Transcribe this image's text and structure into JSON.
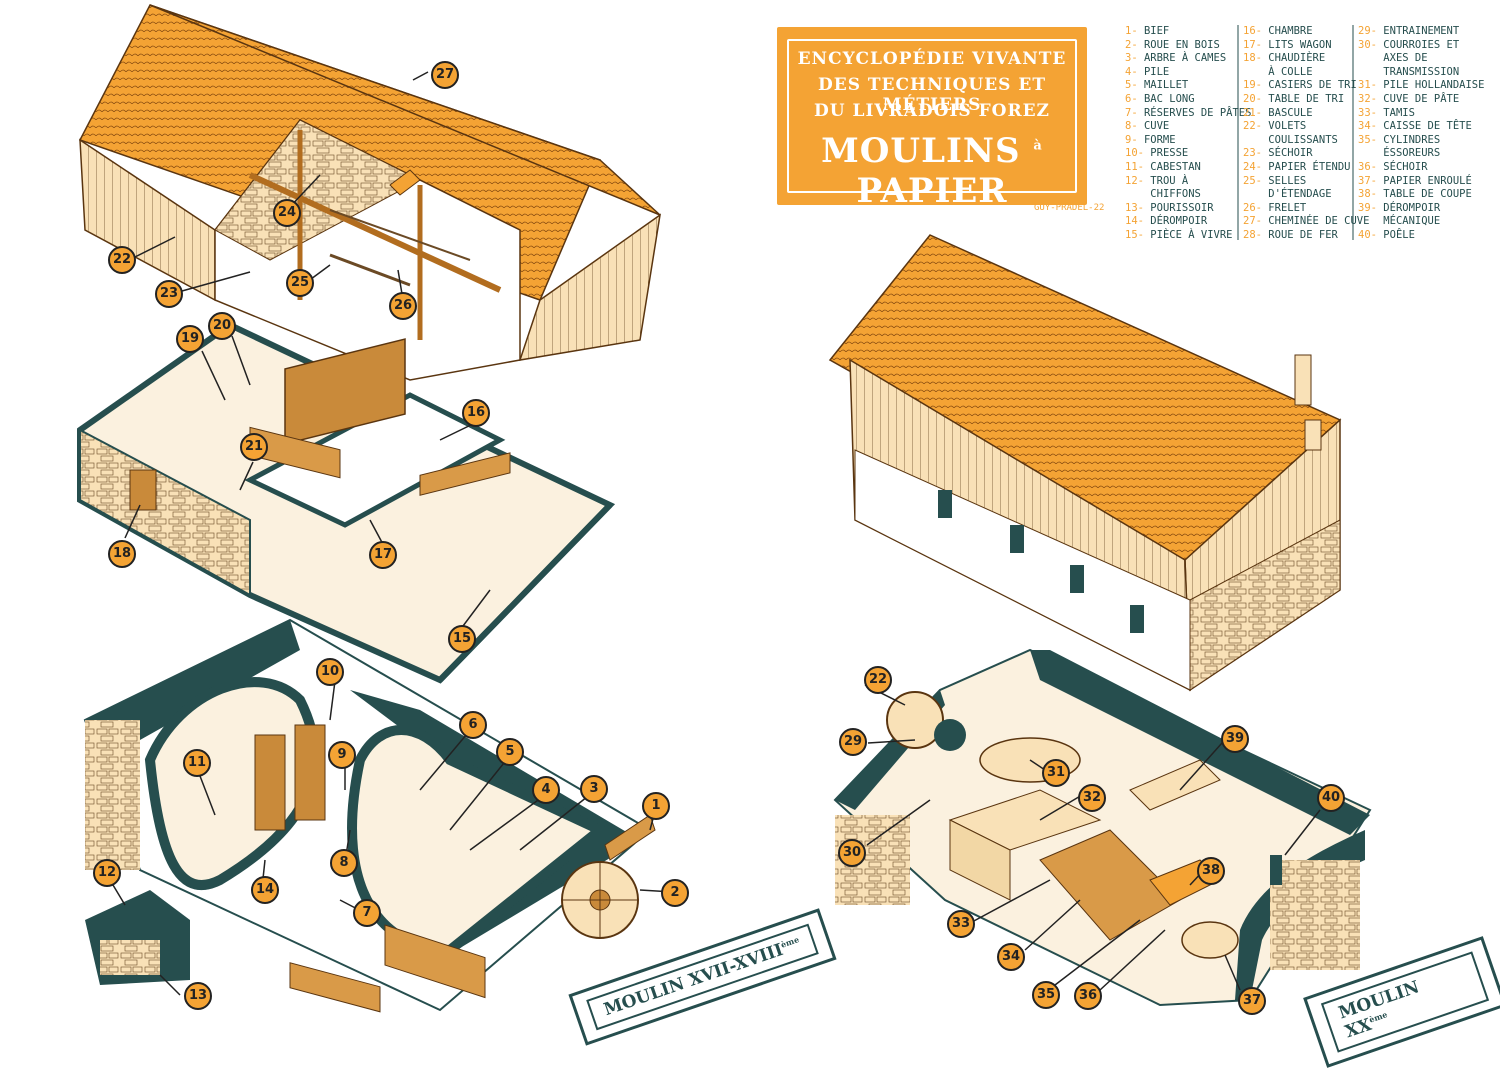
{
  "title": {
    "line1": "ENCYCLOPÉDIE VIVANTE",
    "line2": "DES TECHNIQUES ET MÉTIERS",
    "line3": "DU LIVRADOIS FOREZ",
    "line4_main": "MOULINS",
    "line4_small": "à",
    "line4_end": "PAPIER"
  },
  "credit": "GUY-PRADEL-22",
  "legend_col1": [
    {
      "num": "1-",
      "label": "BIEF"
    },
    {
      "num": "2-",
      "label": "ROUE EN BOIS"
    },
    {
      "num": "3-",
      "label": "ARBRE À CAMES"
    },
    {
      "num": "4-",
      "label": "PILE"
    },
    {
      "num": "5-",
      "label": "MAILLET"
    },
    {
      "num": "6-",
      "label": "BAC LONG"
    },
    {
      "num": "7-",
      "label": "RÉSERVES DE PÂTES"
    },
    {
      "num": "8-",
      "label": "CUVE"
    },
    {
      "num": "9-",
      "label": "FORME"
    },
    {
      "num": "10-",
      "label": "PRESSE"
    },
    {
      "num": "11-",
      "label": "CABESTAN"
    },
    {
      "num": "12-",
      "label": "TROU À"
    },
    {
      "num": "",
      "label": "CHIFFONS"
    },
    {
      "num": "13-",
      "label": "POURISSOIR"
    },
    {
      "num": "14-",
      "label": "DÉROMPOIR"
    },
    {
      "num": "15-",
      "label": "PIÈCE À VIVRE"
    }
  ],
  "legend_col2": [
    {
      "num": "16-",
      "label": "CHAMBRE"
    },
    {
      "num": "17-",
      "label": "LITS WAGON"
    },
    {
      "num": "18-",
      "label": "CHAUDIÈRE"
    },
    {
      "num": "",
      "label": "À COLLE"
    },
    {
      "num": "19-",
      "label": "CASIERS DE TRI"
    },
    {
      "num": "20-",
      "label": "TABLE DE TRI"
    },
    {
      "num": "21-",
      "label": "BASCULE"
    },
    {
      "num": "22-",
      "label": "VOLETS"
    },
    {
      "num": "",
      "label": "COULISSANTS"
    },
    {
      "num": "23-",
      "label": "SÉCHOIR"
    },
    {
      "num": "24-",
      "label": "PAPIER ÉTENDU"
    },
    {
      "num": "25-",
      "label": "SELLES"
    },
    {
      "num": "",
      "label": "D'ÉTENDAGE"
    },
    {
      "num": "26-",
      "label": "FRELET"
    },
    {
      "num": "27-",
      "label": "CHEMINÉE DE CUVE"
    },
    {
      "num": "28-",
      "label": "ROUE DE FER"
    }
  ],
  "legend_col3": [
    {
      "num": "29-",
      "label": "ENTRAINEMENT"
    },
    {
      "num": "30-",
      "label": "COURROIES ET"
    },
    {
      "num": "",
      "label": "AXES DE"
    },
    {
      "num": "",
      "label": "TRANSMISSION"
    },
    {
      "num": "31-",
      "label": "PILE HOLLANDAISE"
    },
    {
      "num": "32-",
      "label": "CUVE DE PÂTE"
    },
    {
      "num": "33-",
      "label": "TAMIS"
    },
    {
      "num": "34-",
      "label": "CAISSE DE TÊTE"
    },
    {
      "num": "35-",
      "label": "CYLINDRES"
    },
    {
      "num": "",
      "label": "ÉSSOREURS"
    },
    {
      "num": "36-",
      "label": "SÉCHOIR"
    },
    {
      "num": "37-",
      "label": "PAPIER ENROULÉ"
    },
    {
      "num": "38-",
      "label": "TABLE DE COUPE"
    },
    {
      "num": "39-",
      "label": "DÉROMPOIR"
    },
    {
      "num": "",
      "label": "MÉCANIQUE"
    },
    {
      "num": "40-",
      "label": "POÊLE"
    }
  ],
  "mill_labels": {
    "left": "MOULIN XVII-XVIII",
    "left_sup": "ème",
    "right": "MOULIN XX",
    "right_sup": "ème"
  },
  "badges": [
    "1",
    "2",
    "3",
    "4",
    "5",
    "6",
    "7",
    "8",
    "9",
    "10",
    "11",
    "12",
    "13",
    "14",
    "15",
    "16",
    "17",
    "18",
    "19",
    "20",
    "21",
    "22",
    "23",
    "24",
    "25",
    "26",
    "27",
    "22",
    "29",
    "30",
    "31",
    "32",
    "33",
    "34",
    "35",
    "36",
    "37",
    "38",
    "39",
    "40"
  ],
  "colors": {
    "orange": "#f4a334",
    "teal": "#264e4e",
    "cream": "#f9e1b7",
    "ink": "#222222"
  }
}
